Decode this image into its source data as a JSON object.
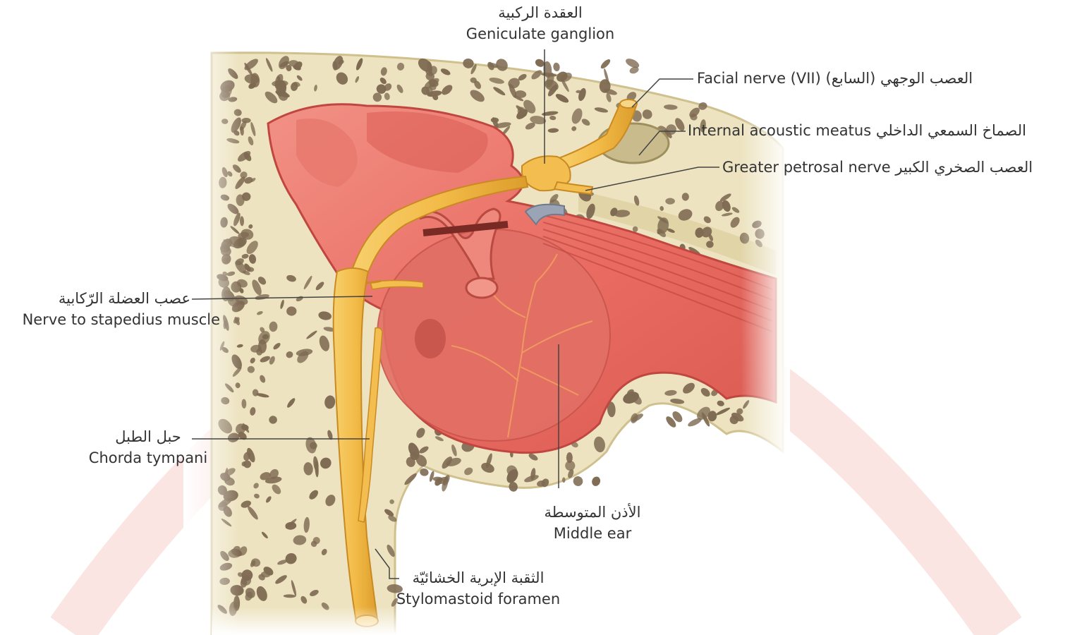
{
  "labels": {
    "geniculate_ganglion": {
      "ar": "العقدة الركبية",
      "en": "Geniculate ganglion"
    },
    "facial_nerve": {
      "ar": "العصب الوجهي (السابع)",
      "en": "Facial nerve (VII)"
    },
    "internal_acoustic_meatus": {
      "ar": "الصماخ السمعي الداخلي",
      "en": "Internal acoustic meatus"
    },
    "greater_petrosal_nerve": {
      "ar": "العصب الصخري الكبير",
      "en": "Greater petrosal nerve"
    },
    "nerve_to_stapedius": {
      "ar": "عصب العضلة الرّكابية",
      "en": "Nerve to stapedius muscle"
    },
    "chorda_tympani": {
      "ar": "حبل الطبل",
      "en": "Chorda tympani"
    },
    "middle_ear": {
      "ar": "الأذن المتوسطة",
      "en": "Middle ear"
    },
    "stylomastoid_foramen": {
      "ar": "الثقبة الإبرية الخشائيّة",
      "en": "Stylomastoid foramen"
    }
  },
  "colors": {
    "bone": "#ede3c0",
    "bone_cortex": "#d9cb9c",
    "marrow_cell": "#7e6a52",
    "tissue_light": "#f08a80",
    "tissue_mid": "#e86a60",
    "tissue_dark": "#c94f47",
    "nerve": "#f3bd4f",
    "nerve_dark": "#d89a2a",
    "leader_line": "#444444",
    "watermark": "#fbe7e5"
  }
}
